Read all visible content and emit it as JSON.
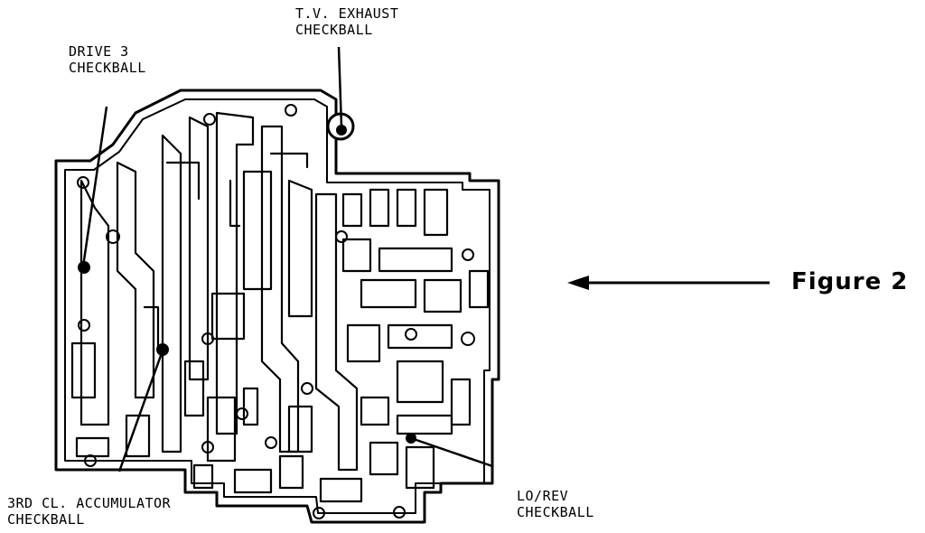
{
  "labels": {
    "tv_exhaust": [
      "T.V. EXHAUST",
      "CHECKBALL"
    ],
    "drive3": [
      "DRIVE 3",
      "CHECKBALL"
    ],
    "third_accum": [
      "3RD CL. ACCUMULATOR",
      "CHECKBALL"
    ],
    "lo_rev": [
      "LO/REV",
      "CHECKBALL"
    ]
  },
  "figure_label": "Figure 2"
}
